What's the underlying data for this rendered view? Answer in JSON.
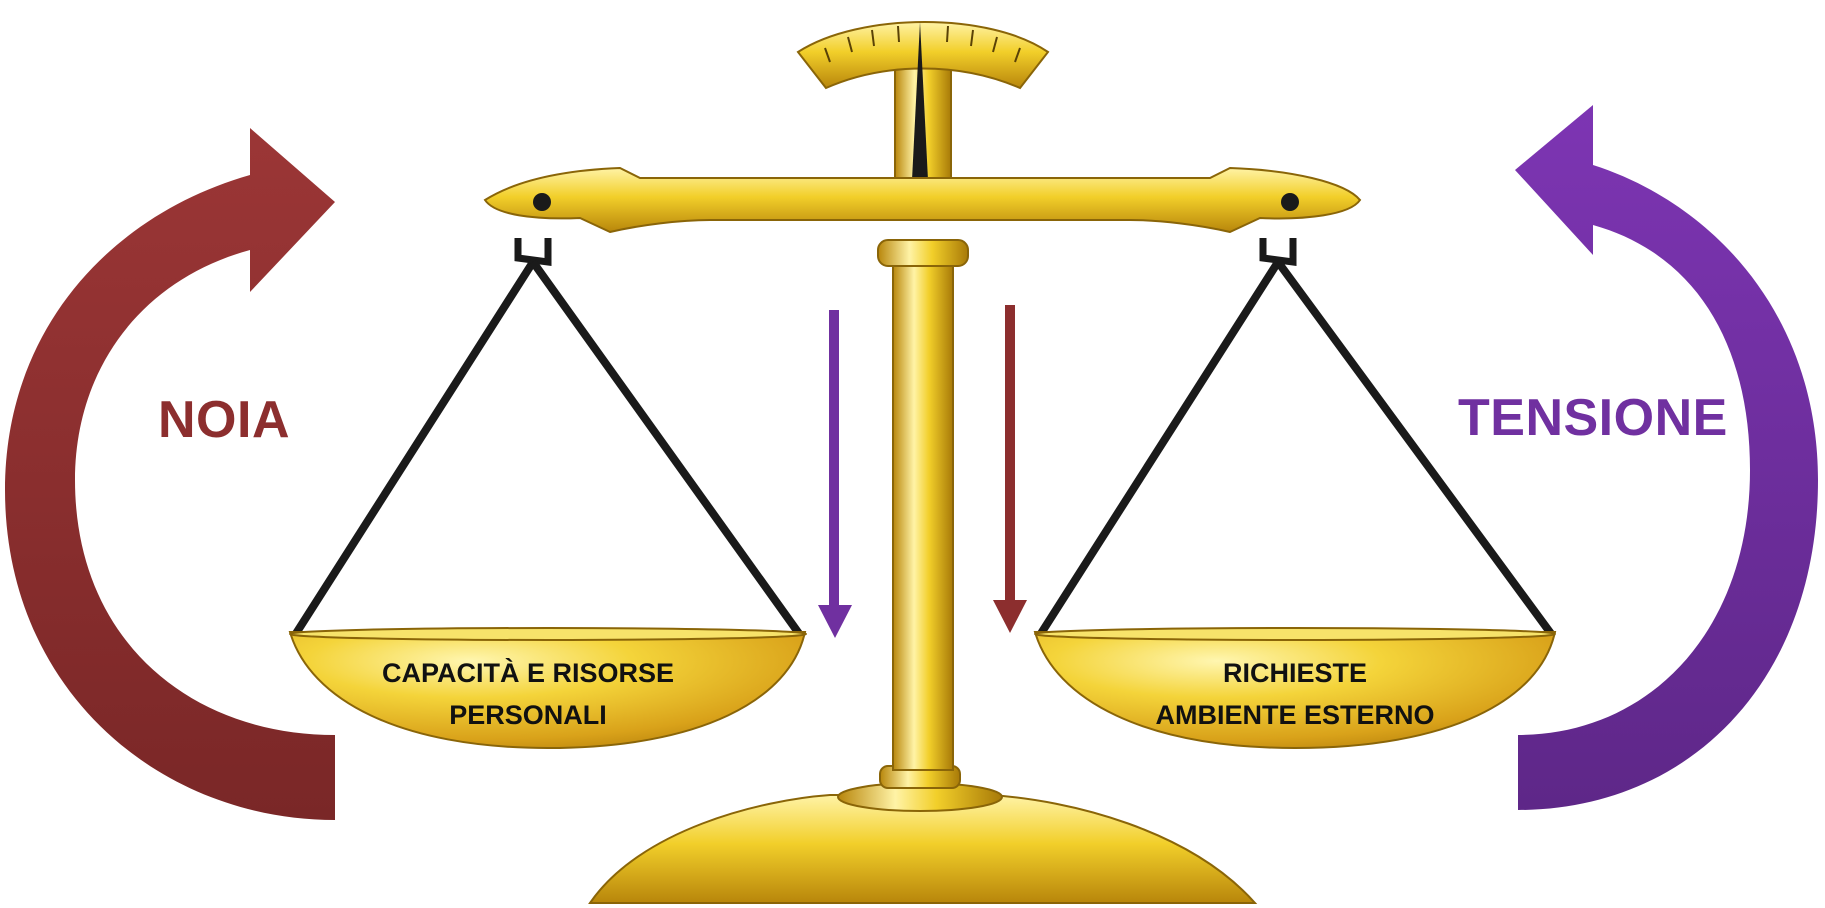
{
  "labels": {
    "left_outcome": "NOIA",
    "right_outcome": "TENSIONE",
    "left_pan_line1": "CAPACITÀ E RISORSE",
    "left_pan_line2": "PERSONALI",
    "right_pan_line1": "RICHIESTE",
    "right_pan_line2": "AMBIENTE ESTERNO"
  },
  "colors": {
    "left_arrow": "#8c2e2e",
    "right_arrow": "#7030a0",
    "gold_light": "#fff3a6",
    "gold_mid": "#f2cf2a",
    "gold_dark": "#b8860b",
    "chain": "#1a1a1a"
  },
  "icons": {
    "left_curve": "curved-arrow-up-right",
    "right_curve": "curved-arrow-up-left",
    "center_left_arrow": "arrow-down",
    "center_right_arrow": "arrow-down"
  }
}
